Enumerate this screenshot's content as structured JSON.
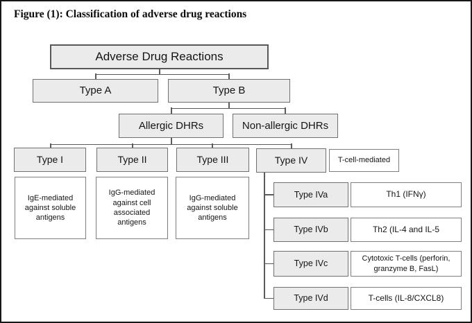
{
  "figure": {
    "title": "Figure (1): Classification of adverse drug reactions"
  },
  "colors": {
    "node_fill": "#ebebeb",
    "node_border": "#6f6f6f",
    "white_fill": "#ffffff",
    "connector": "#5a5a5a",
    "frame": "#161616",
    "text": "#141414"
  },
  "nodes": {
    "root": "Adverse Drug Reactions",
    "type_a": "Type A",
    "type_b": "Type B",
    "allergic": "Allergic DHRs",
    "non_allergic": "Non-allergic DHRs",
    "type_iv_note": "T-cell-mediated"
  },
  "columns": [
    {
      "type": "Type I",
      "desc": "IgE-mediated against soluble antigens"
    },
    {
      "type": "Type II",
      "desc": "IgG-mediated against cell associated antigens"
    },
    {
      "type": "Type III",
      "desc": "IgG-mediated against soluble antigens"
    },
    {
      "type": "Type IV",
      "desc": ""
    }
  ],
  "iv_rows": [
    {
      "type": "Type IVa",
      "desc": "Th1 (IFNγ)"
    },
    {
      "type": "Type IVb",
      "desc": "Th2 (IL-4 and IL-5"
    },
    {
      "type": "Type IVc",
      "desc": "Cytotoxic T-cells (perforin, granzyme B, FasL)"
    },
    {
      "type": "Type IVd",
      "desc": "T-cells (IL-8/CXCL8)"
    }
  ]
}
